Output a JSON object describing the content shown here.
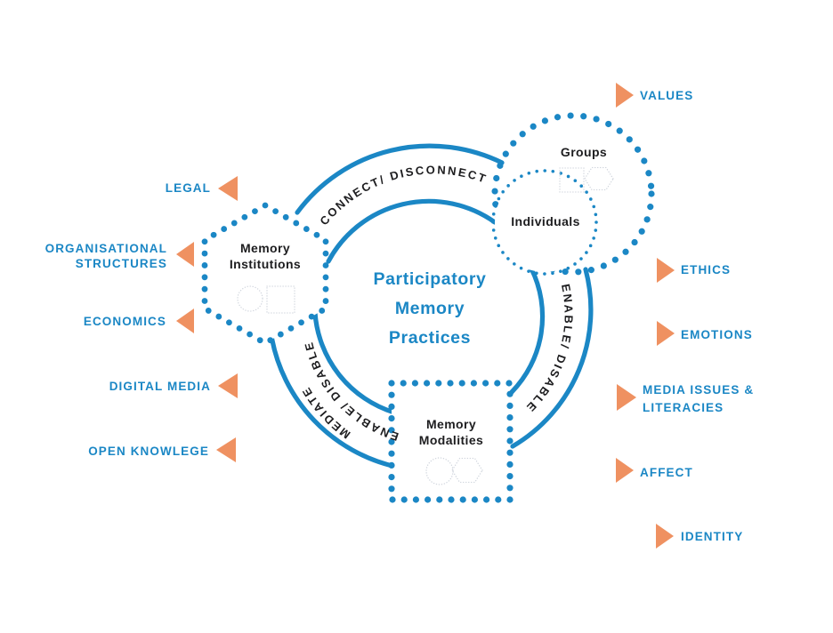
{
  "diagram": {
    "title": {
      "line1": "Participatory",
      "line2": "Memory",
      "line3": "Practices"
    },
    "nodes": {
      "institutions": {
        "line1": "Memory",
        "line2": "Institutions"
      },
      "groups": {
        "label": "Groups"
      },
      "individuals": {
        "label": "Individuals"
      },
      "modalities": {
        "line1": "Memory",
        "line2": "Modalities"
      }
    },
    "arc_labels": {
      "connect": "CONNECT/ DISCONNECT",
      "enable_right": "ENABLE/ DISABLE",
      "mediate": "MEDIATE",
      "enable_left": "ENABLE/ DISABLE"
    },
    "side_labels": {
      "left": [
        {
          "line1": "LEGAL"
        },
        {
          "line1": "ORGANISATIONAL",
          "line2": "STRUCTURES"
        },
        {
          "line1": "ECONOMICS"
        },
        {
          "line1": "DIGITAL MEDIA"
        },
        {
          "line1": "OPEN KNOWLEGE"
        }
      ],
      "right": [
        {
          "line1": "VALUES"
        },
        {
          "line1": "ETHICS"
        },
        {
          "line1": "EMOTIONS"
        },
        {
          "line1": "MEDIA ISSUES &",
          "line2": "LITERACIES"
        },
        {
          "line1": "AFFECT"
        },
        {
          "line1": "IDENTITY"
        }
      ]
    },
    "colors": {
      "blue": "#1b87c5",
      "orange": "#ef9161",
      "text_dark": "#1d1d1f",
      "shape_gray": "#d0d5dd",
      "background": "#ffffff"
    }
  }
}
